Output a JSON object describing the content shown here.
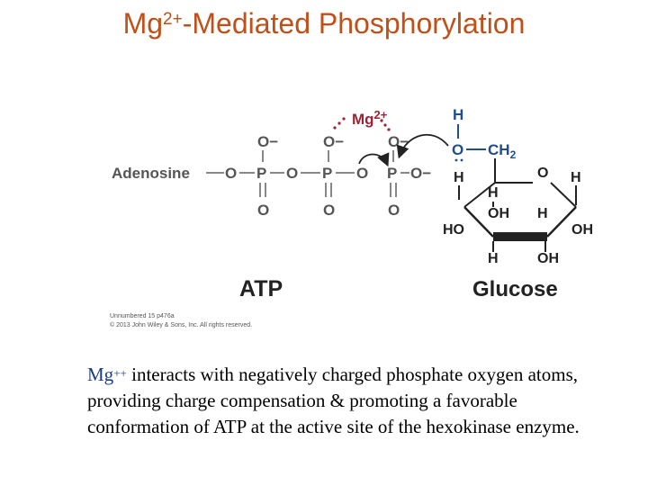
{
  "title": {
    "main": "Mg",
    "superscript": "2+",
    "rest": "-Mediated Phosphorylation"
  },
  "atp": {
    "adenosine": "Adenosine",
    "o_minus": "O−",
    "o": "O",
    "p": "P",
    "label": "ATP"
  },
  "mg": {
    "symbol": "Mg",
    "charge": "2+"
  },
  "glucose": {
    "h": "H",
    "o": "O",
    "ch2": "CH",
    "ch2_sub": "2",
    "oh": "OH",
    "ho": "HO",
    "label": "Glucose"
  },
  "credit": {
    "line1": "Unnumbered 15 p476a",
    "line2": "© 2013 John Wiley & Sons, Inc. All rights reserved."
  },
  "caption": {
    "mg": "Mg",
    "charge": "++",
    "text": " interacts with negatively charged phosphate oxygen atoms, providing charge compensation & promoting a favorable conformation of ATP at the active site of the hexokinase enzyme."
  },
  "colors": {
    "title": "#c0501a",
    "atom_grey": "#555555",
    "mg_red": "#9b2335",
    "hydroxyl_blue": "#1f4e8c",
    "glucose_black": "#222222",
    "caption_mg": "#1a3a8c"
  }
}
